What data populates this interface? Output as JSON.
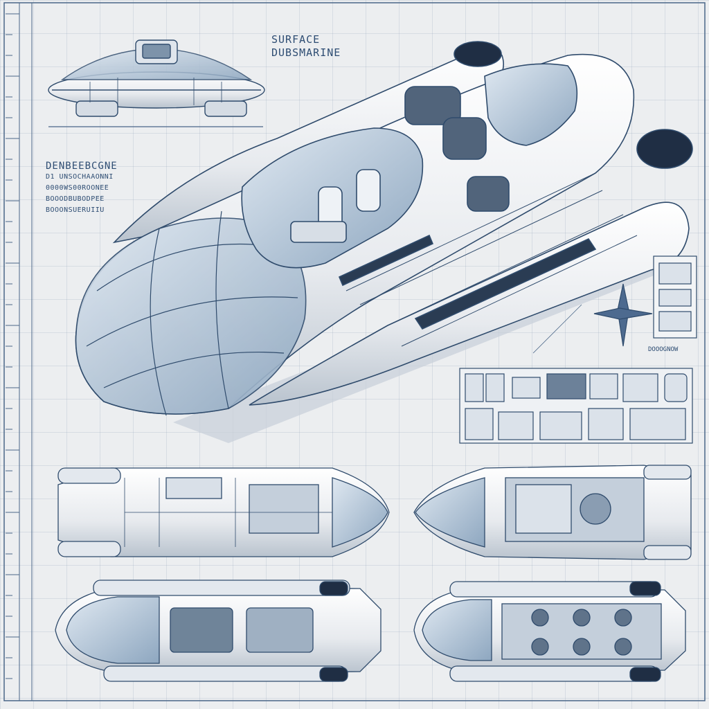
{
  "title": {
    "line1": "SURFACE",
    "line2": "DUBSMARINE"
  },
  "spec_block": {
    "heading": "DENBEEBCGNE",
    "lines": [
      "D1 UNSOCHAAONNI",
      "0000WS00ROONEE",
      "BOOODBUBODPEE",
      "BOOONSUERUIIU"
    ]
  },
  "inset_caption": "DOOOGNOW",
  "colors": {
    "ink": "#2e4d73",
    "hull": "#eef0f3",
    "glass": "#a9bfd4",
    "shadow": "#c7cfd8"
  },
  "views": [
    "perspective-view",
    "side-elevation",
    "cockpit-interior",
    "top-view-left",
    "top-view-right",
    "plan-view-left",
    "plan-view-right"
  ]
}
